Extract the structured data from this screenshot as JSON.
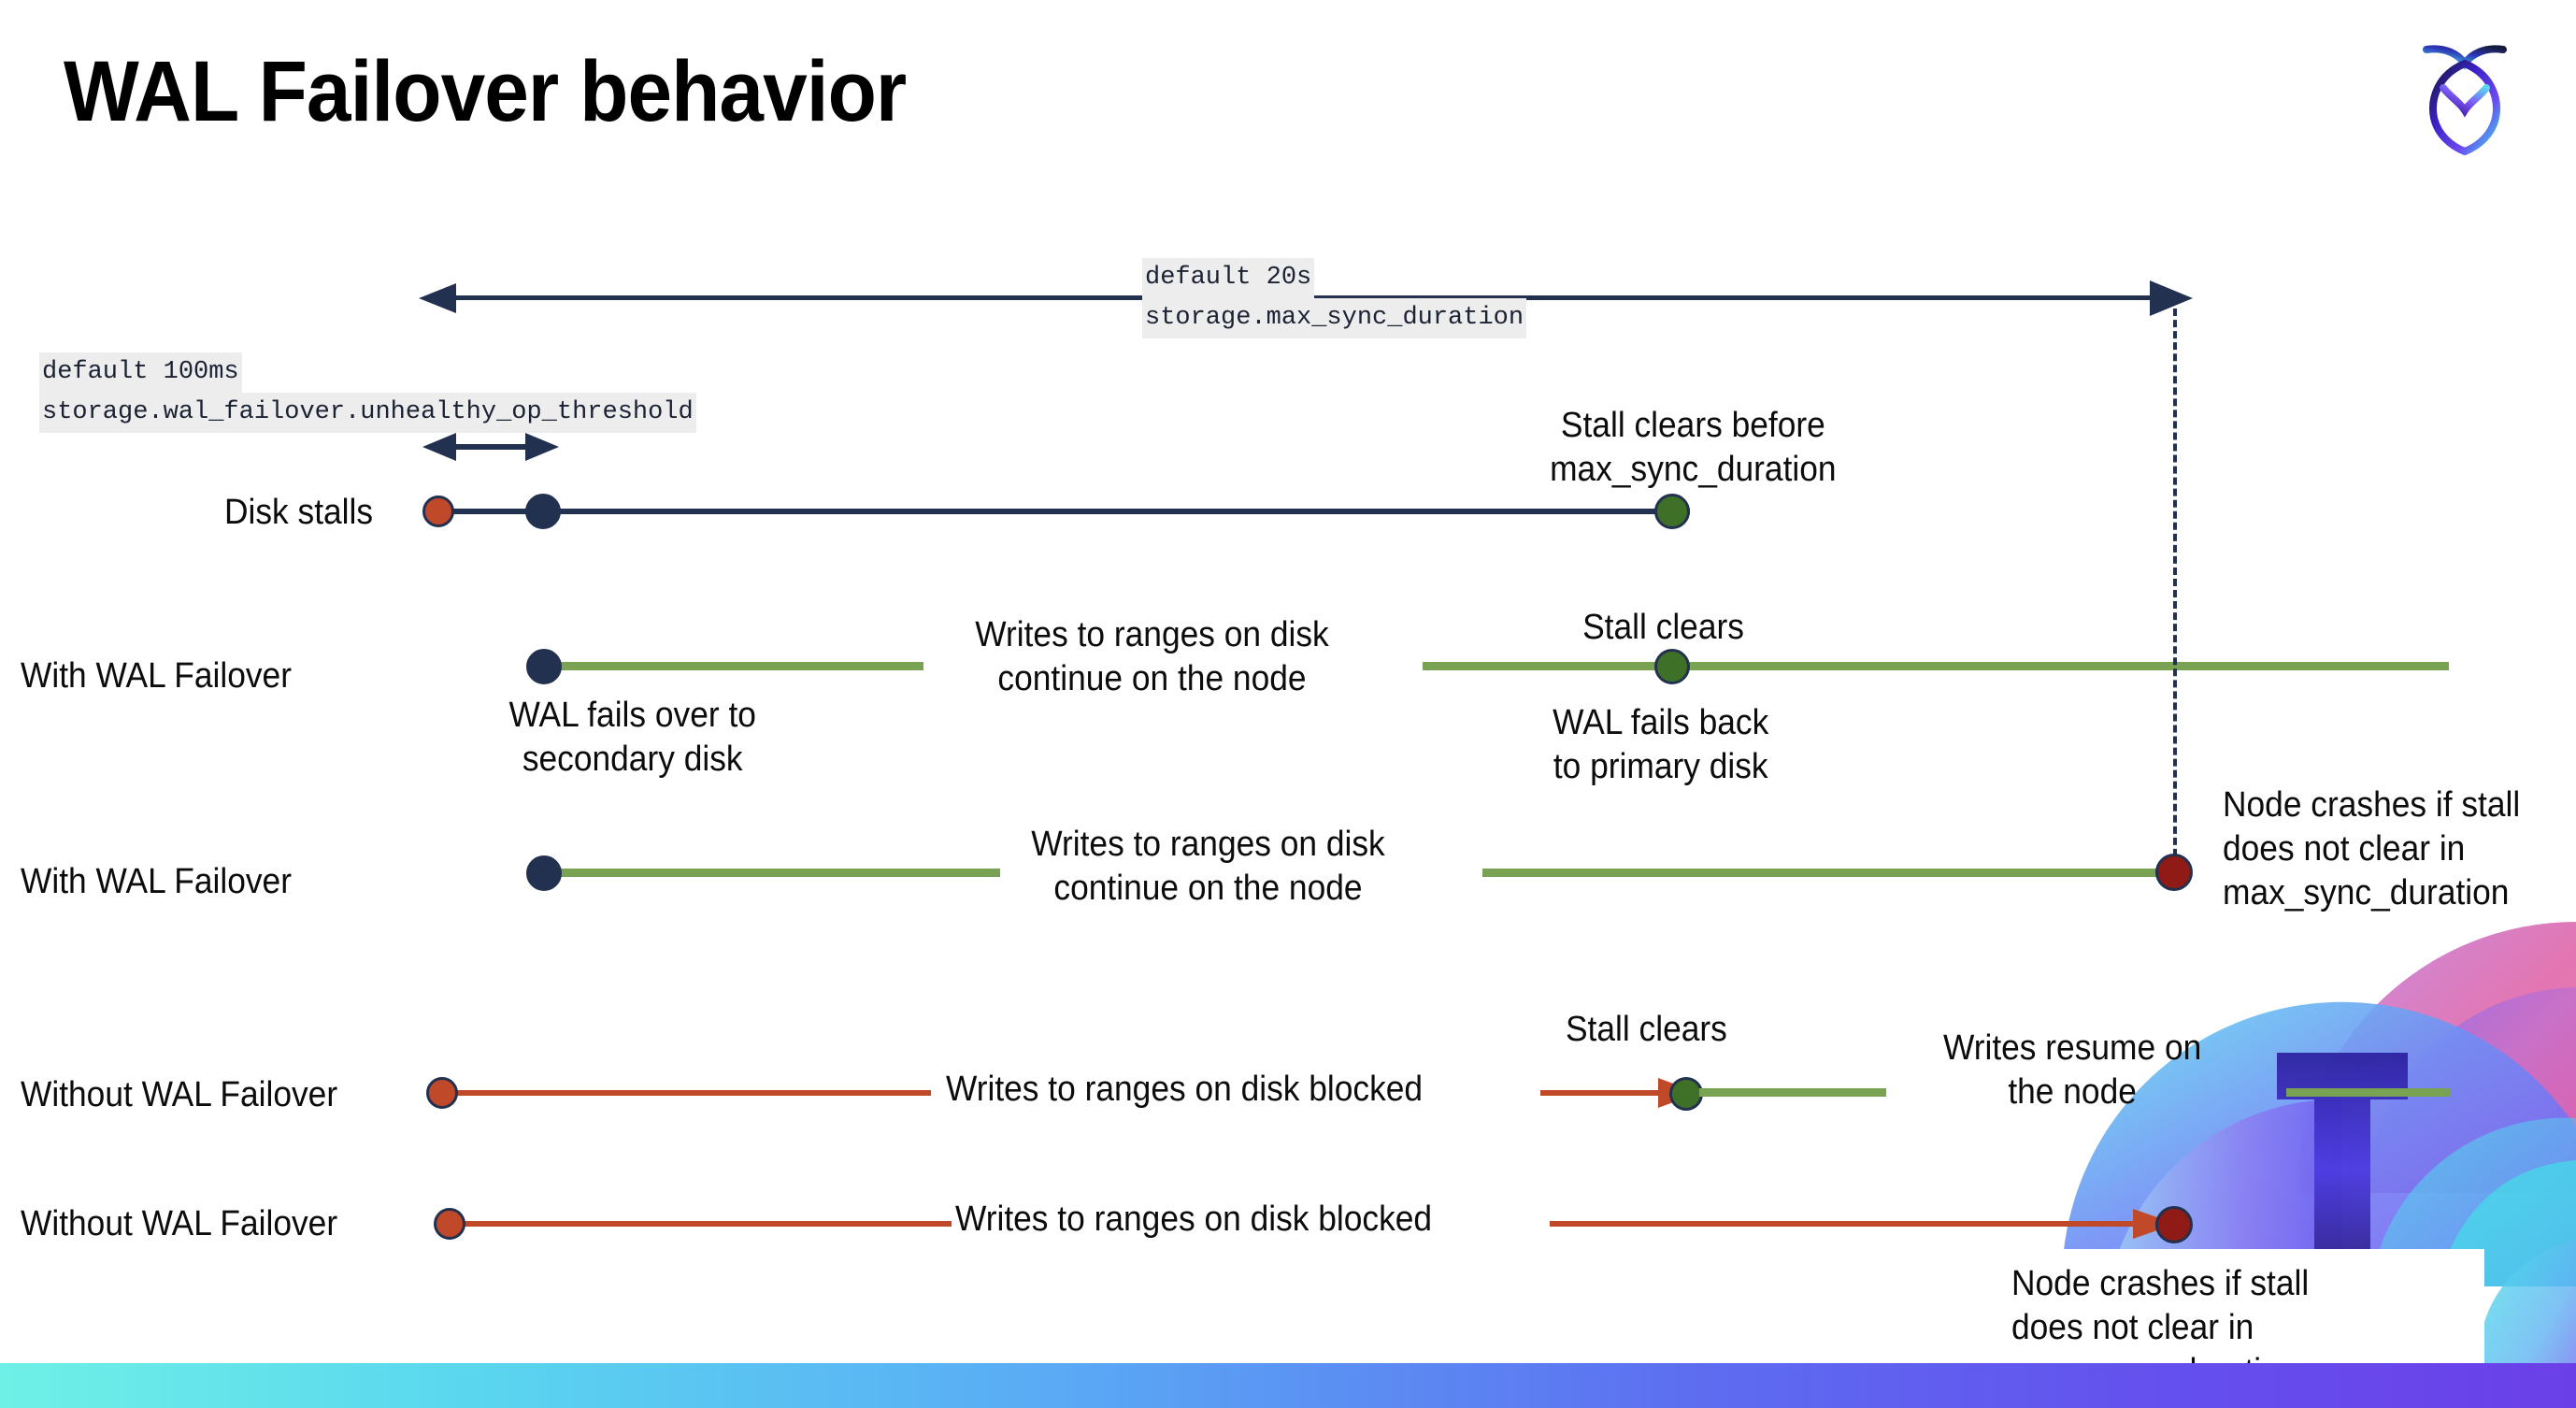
{
  "slide": {
    "title": "WAL Failover behavior",
    "logo_name": "cockroachdb-logo"
  },
  "settings": {
    "max_sync": {
      "default": "default 20s",
      "name": "storage.max_sync_duration"
    },
    "unhealthy": {
      "default": "default 100ms",
      "name": "storage.wal_failover.unhealthy_op_threshold"
    }
  },
  "rows": {
    "disk_stalls": {
      "label": "Disk stalls",
      "note": "Stall clears before\nmax_sync_duration"
    },
    "with_failover_1": {
      "label": "With WAL Failover",
      "note_mid": "Writes to ranges on disk\ncontinue on the node",
      "note_start": "WAL fails over to\nsecondary disk",
      "note_clear": "Stall clears",
      "note_back": "WAL fails  back\nto primary disk"
    },
    "with_failover_2": {
      "label": "With WAL Failover",
      "note_mid": "Writes to ranges on disk\ncontinue on the node",
      "note_crash": "Node crashes if stall\ndoes not clear in\nmax_sync_duration"
    },
    "without_failover_1": {
      "label": "Without WAL Failover",
      "note_mid": "Writes to ranges on disk  blocked",
      "note_clear": "Stall clears",
      "note_resume": "Writes resume on\nthe node"
    },
    "without_failover_2": {
      "label": "Without WAL Failover",
      "note_mid": "Writes to ranges on disk  blocked",
      "note_crash": "Node crashes if stall\ndoes not clear in\nmax_sync_duration"
    }
  },
  "colors": {
    "navy": "#22314f",
    "green_line": "#79a352",
    "green_dot": "#3f7027",
    "red_line": "#c0492a",
    "red_dot": "#c0492a",
    "dark_red_dot": "#8f1a16",
    "code_bg": "#ededed",
    "bar_gradient_start": "#6ff0e6",
    "bar_gradient_end": "#6b3fe8"
  }
}
